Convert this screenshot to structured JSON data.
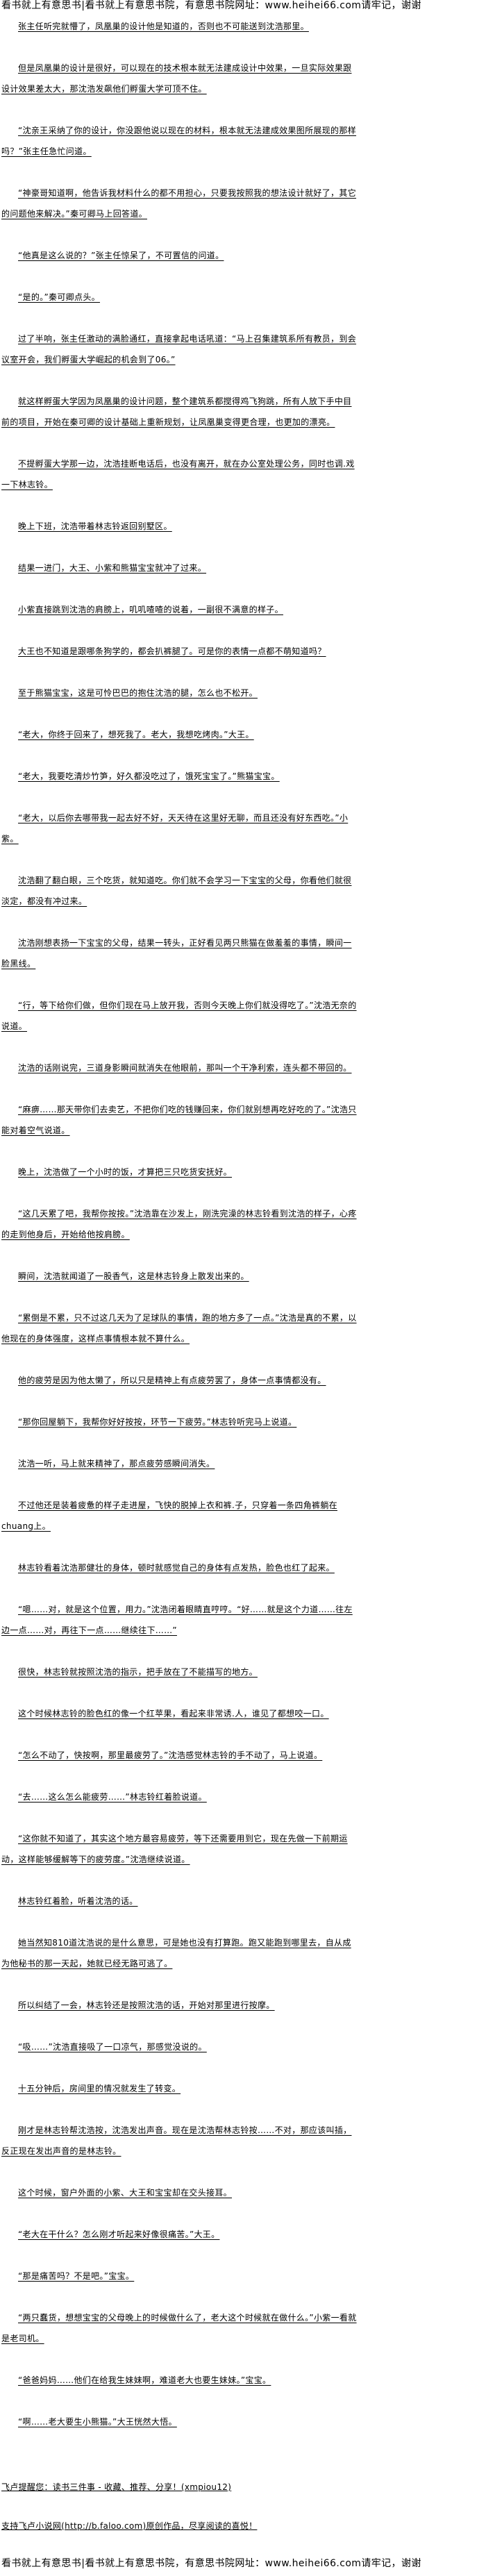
{
  "banner": "看书就上有意思书|看书就上有意思书院，有意思书院网址：www.heihei66.com请牢记，谢谢",
  "body": {
    "paragraphs": [
      "张主任听完就懵了，凤凰巢的设计他是知道的，否则也不可能送到沈浩那里。",
      "但是凤凰巢的设计是很好，可以现在的技术根本就无法建成设计中效果，一旦实际效果跟设计效果差太大，那沈浩发飙他们孵蛋大学可顶不住。",
      "“沈亲王采纳了你的设计，你没跟他说以现在的材料，根本就无法建成效果图所展现的那样吗？”张主任急忙问道。",
      "“神豪哥知道啊，他告诉我材料什么的都不用担心，只要我按照我的想法设计就好了，其它的问题他来解决。”秦可卿马上回答道。",
      "“他真是这么说的？”张主任惊呆了，不可置信的问道。",
      "“是的。”秦可卿点头。",
      "过了半响，张主任激动的满脸通红，直接拿起电话吼道：“马上召集建筑系所有教员，到会议室开会，我们孵蛋大学崛起的机会到了06。”",
      "就这样孵蛋大学因为凤凰巢的设计问题，整个建筑系都搅得鸡飞狗跳，所有人放下手中目前的项目，开始在秦可卿的设计基础上重新规划，让凤凰巢变得更合理，也更加的漂亮。",
      "不提孵蛋大学那一边，沈浩挂断电话后，也没有离开，就在办公室处理公务，同时也调.戏一下林志铃。",
      "晚上下班，沈浩带着林志铃返回别墅区。",
      "结果一进门，大王、小紫和熊猫宝宝就冲了过来。",
      "小紫直接跳到沈浩的肩膀上，叽叽喳喳的说着，一副很不满意的样子。",
      "大王也不知道是跟哪条狗学的，都会扒裤腿了。可是你的表情一点都不萌知道吗？",
      "至于熊猫宝宝，这是可怜巴巴的抱住沈浩的腿，怎么也不松开。",
      "“老大，你终于回来了，想死我了。老大，我想吃烤肉。”大王。",
      "“老大，我要吃清炒竹笋，好久都没吃过了，饿死宝宝了。”熊猫宝宝。",
      "“老大，以后你去哪带我一起去好不好，天天待在这里好无聊，而且还没有好东西吃。”小紫。",
      "沈浩翻了翻白眼，三个吃货，就知道吃。你们就不会学习一下宝宝的父母，你看他们就很淡定，都没有冲过来。",
      "沈浩刚想表扬一下宝宝的父母，结果一转头，正好看见两只熊猫在做羞羞的事情，瞬间一脸黑线。",
      "“行，等下给你们做，但你们现在马上放开我，否则今天晚上你们就没得吃了。”沈浩无奈的说道。",
      "沈浩的话刚说完，三道身影瞬间就消失在他眼前，那叫一个干净利索，连头都不带回的。",
      "“麻痹……那天带你们去卖艺，不把你们吃的钱赚回来，你们就别想再吃好吃的了。”沈浩只能对着空气说道。",
      "晚上，沈浩做了一个小时的饭，才算把三只吃货安抚好。",
      "“这几天累了吧，我帮你按按。”沈浩靠在沙发上，刚洗完澡的林志铃看到沈浩的样子，心疼的走到他身后，开始给他按肩膀。",
      "瞬间，沈浩就闻道了一股香气，这是林志铃身上散发出来的。",
      "“累倒是不累，只不过这几天为了足球队的事情，跑的地方多了一点。”沈浩是真的不累，以他现在的身体强度，这样点事情根本就不算什么。",
      "他的疲劳是因为他太懒了，所以只是精神上有点疲劳罢了，身体一点事情都没有。",
      "“那你回屋躺下，我帮你好好按按，环节一下疲劳。”林志铃听完马上说道。",
      "沈浩一听，马上就来精神了，那点疲劳感瞬间消失。",
      "不过他还是装着疲惫的样子走进屋，飞快的脱掉上衣和裤.子，只穿着一条四角裤躺在chuang上。",
      "林志铃看着沈浩那健壮的身体，顿时就感觉自己的身体有点发热，脸色也红了起来。",
      "“嗯……对，就是这个位置，用力。”沈浩闭着眼睛直哼哼。“好……就是这个力道……往左边一点……对，再往下一点……继续往下……”",
      "很快，林志铃就按照沈浩的指示，把手放在了不能描写的地方。",
      "这个时候林志铃的脸色红的像一个红苹果，看起来非常诱.人，谁见了都想咬一口。",
      "“怎么不动了，快按啊，那里最疲劳了。”沈浩感觉林志铃的手不动了，马上说道。",
      "“去……这么怎么能疲劳……”林志铃红着脸说道。",
      "“这你就不知道了，其实这个地方最容易疲劳，等下还需要用到它，现在先做一下前期运动，这样能够缓解等下的疲劳度。”沈浩继续说道。",
      "林志铃红着脸，听着沈浩的话。",
      "她当然知810道沈浩说的是什么意思，可是她也没有打算跑。跑又能跑到哪里去，自从成为他秘书的那一天起，她就已经无路可逃了。",
      "所以纠结了一会，林志铃还是按照沈浩的话，开始对那里进行按摩。",
      "“吸……”沈浩直接吸了一口凉气，那感觉没说的。",
      "十五分钟后，房间里的情况就发生了转变。",
      "刚才是林志铃帮沈浩按，沈浩发出声音。现在是沈浩帮林志铃按……不对，那应该叫插，反正现在发出声音的是林志铃。",
      "这个时候，窗户外面的小紫、大王和宝宝却在交头接耳。",
      "“老大在干什么？怎么刚才听起来好像很痛苦。”大王。",
      "“那是痛苦吗？不是吧。”宝宝。",
      "“两只蠢货，想想宝宝的父母晚上的时候做什么了，老大这个时候就在做什么。”小紫一看就是老司机。",
      "“爸爸妈妈……他们在给我生妹妹啊，难道老大也要生妹妹。”宝宝。",
      "“啊……老大要生小熊猫。”大王恍然大悟。"
    ]
  },
  "promo": {
    "reminder": "飞卢提醒您：读书三件事 - 收藏、推荐、分享！(xmpiou12)",
    "support": "支持飞卢小说网(http://b.faloo.com)原创作品，尽享阅读的喜悦！"
  }
}
